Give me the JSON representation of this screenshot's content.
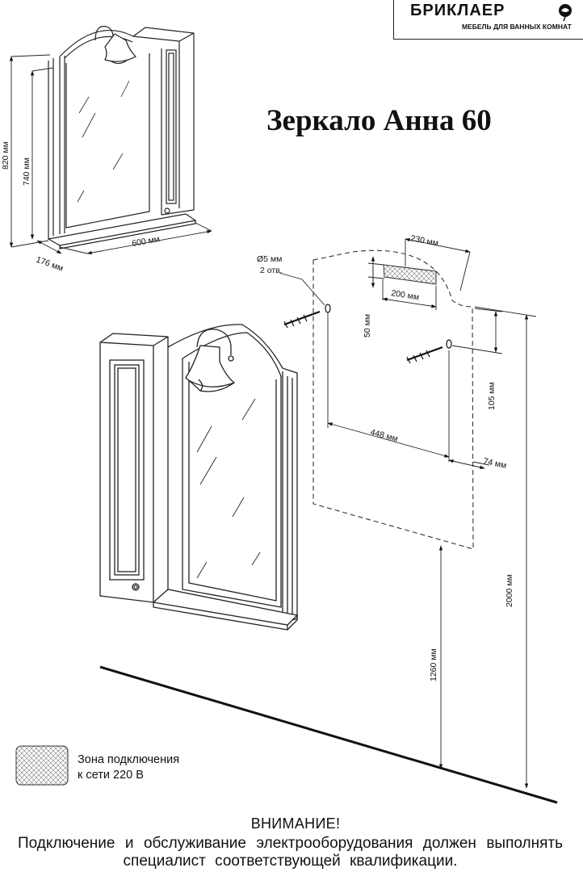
{
  "brand": {
    "name": "БРИКЛАЕР",
    "tagline": "МЕБЕЛЬ ДЛЯ ВАННЫХ КОМНАТ"
  },
  "title": "Зеркало Анна 60",
  "dimensions": {
    "overall_height": "820 мм",
    "mirror_height": "740 мм",
    "width": "600 мм",
    "depth": "176 мм",
    "hole_diameter": "Ø5 мм",
    "hole_count": "2 отв.",
    "outer_width_230": "230 мм",
    "inner_width_200": "200 мм",
    "zone_height": "50 мм",
    "hole_drop": "105 мм",
    "hole_spacing": "448 мм",
    "side_offset": "74 мм",
    "floor_to_bottom": "1260 мм",
    "floor_to_top": "2000 мм"
  },
  "legend": {
    "line1": "Зона подключения",
    "line2": "к сети 220 В"
  },
  "warning": {
    "title": "ВНИМАНИЕ!",
    "body": "Подключение и обслуживание электрооборудования должен выполнять специалист соответствующей квалификации."
  }
}
